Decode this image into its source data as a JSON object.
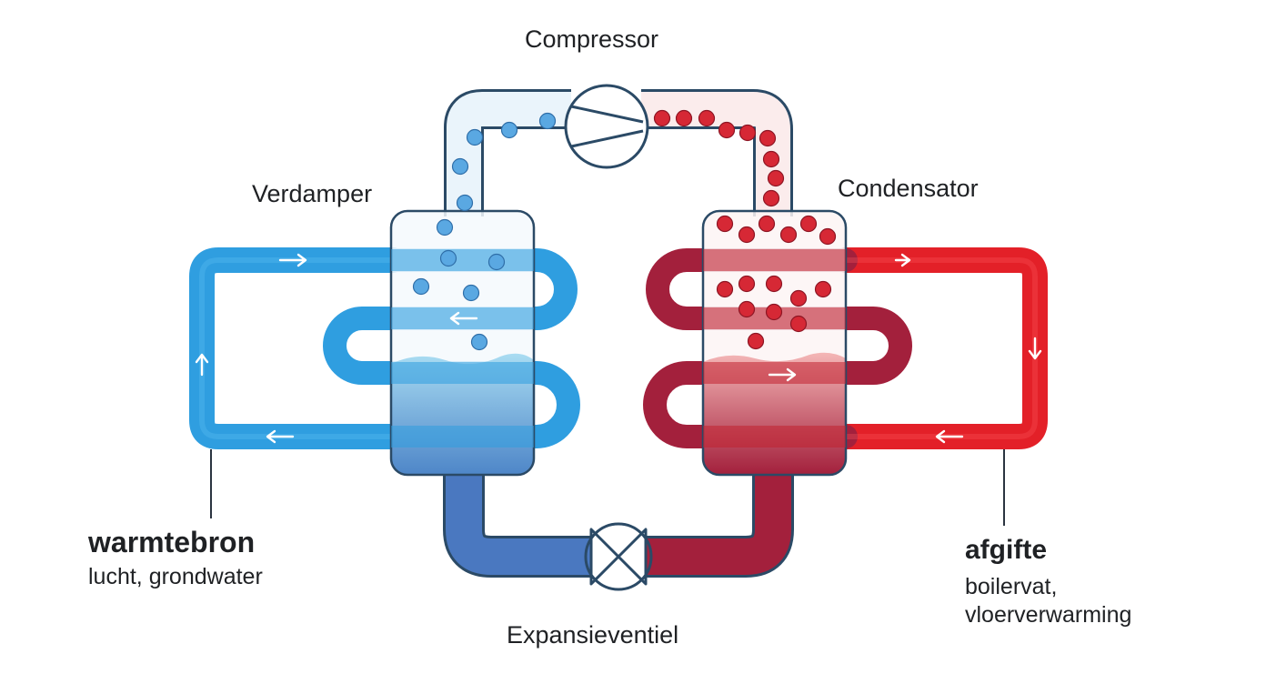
{
  "labels": {
    "compressor": "Compressor",
    "evaporator": "Verdamper",
    "condenser": "Condensator",
    "expansion_valve": "Expansieventiel"
  },
  "heat_source": {
    "title": "warmtebron",
    "subtitle": "lucht, grondwater"
  },
  "heat_output": {
    "title": "afgifte",
    "subtitle_line1": "boilervat,",
    "subtitle_line2": "vloerverwarming"
  },
  "colors": {
    "cold_loop": "#2f9ee0",
    "cold_refrigerant": "#4a78c0",
    "hot_loop": "#e32028",
    "hot_refrigerant": "#a3203c",
    "vessel_outline": "#2b4a66",
    "cold_bubble": "#5aa8e2",
    "hot_bubble": "#d62835"
  },
  "icons": {
    "compressor": "compressor-symbol-icon",
    "expansion_valve": "expansion-valve-icon",
    "flow_direction": "flow-arrow-icon"
  }
}
